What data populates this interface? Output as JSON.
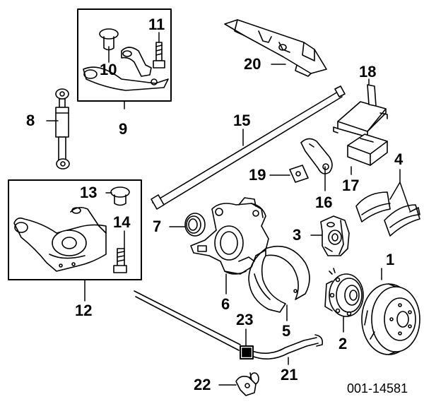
{
  "figure_code": "001-14581",
  "callouts": {
    "c1": "1",
    "c2": "2",
    "c3": "3",
    "c4": "4",
    "c5": "5",
    "c6": "6",
    "c7": "7",
    "c8": "8",
    "c9": "9",
    "c10": "10",
    "c11": "11",
    "c12": "12",
    "c13": "13",
    "c14": "14",
    "c15": "15",
    "c16": "16",
    "c17": "17",
    "c18": "18",
    "c19": "19",
    "c20": "20",
    "c21": "21",
    "c22": "22",
    "c23": "23"
  },
  "colors": {
    "ink": "#000000",
    "paper": "#ffffff",
    "shade": "#cfcfcf"
  }
}
